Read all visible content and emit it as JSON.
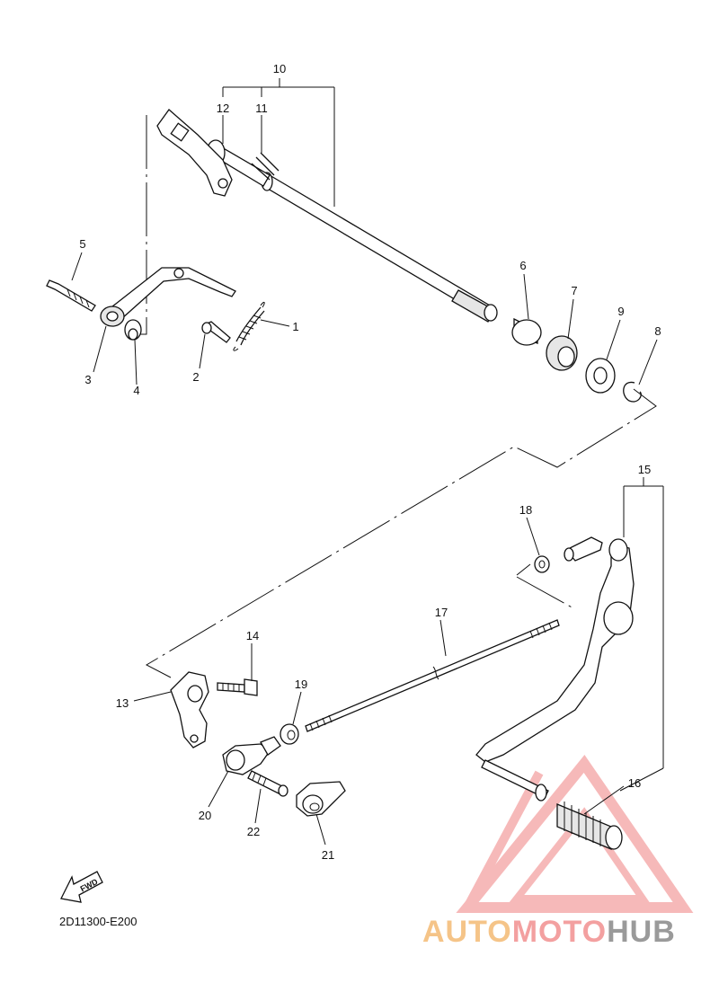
{
  "diagram_code": "2D11300-E200",
  "fwd_label": "FWD",
  "watermark": {
    "part1": "AUTO",
    "part2": "MOTO",
    "part3": "HUB"
  },
  "watermark_colors": {
    "auto": "#f5c488",
    "moto": "#f3a0a0",
    "hub": "#9a9a9a",
    "triangle": "#f08080"
  },
  "callouts": {
    "p1": "1",
    "p2": "2",
    "p3": "3",
    "p4": "4",
    "p5": "5",
    "p6": "6",
    "p7": "7",
    "p8": "8",
    "p9": "9",
    "p10": "10",
    "p11": "11",
    "p12": "12",
    "p13": "13",
    "p14": "14",
    "p15": "15",
    "p16": "16",
    "p17": "17",
    "p18": "18",
    "p19": "19",
    "p20": "20",
    "p21": "21",
    "p22": "22"
  }
}
